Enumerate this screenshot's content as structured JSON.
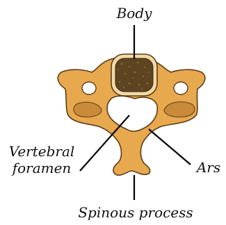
{
  "labels": {
    "body": "Body",
    "vertebral_foramen_line1": "Vertebral",
    "vertebral_foramen_line2": "foramen",
    "ars": "Ars",
    "spinous_process": "Spinous process"
  },
  "colors": {
    "bone_fill": "#e8a84e",
    "bone_shade": "#c98a3a",
    "outline": "#5a3d1a",
    "body_rim": "#f3d9a6",
    "body_core": "#5e4420",
    "leader_line": "#000000"
  }
}
